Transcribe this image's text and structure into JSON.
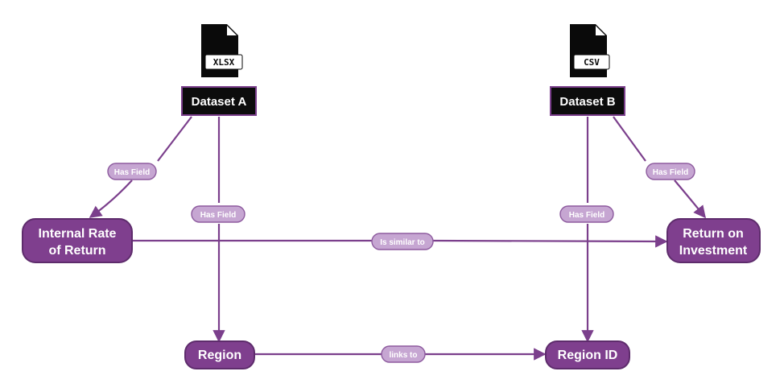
{
  "files": {
    "a_label": "XLSX",
    "b_label": "CSV"
  },
  "datasets": {
    "a": "Dataset A",
    "b": "Dataset B"
  },
  "fields": {
    "irr_line1": "Internal Rate",
    "irr_line2": "of Return",
    "roi_line1": "Return on",
    "roi_line2": "Investment",
    "region": "Region",
    "region_id": "Region ID"
  },
  "relations": {
    "has_field": "Has Field",
    "is_similar_to": "Is similar to",
    "links_to": "links to"
  },
  "colors": {
    "edge": "#7b3f8c",
    "field_node": "#7f3f8e",
    "relation_pill": "#c6a6d2",
    "dataset_node": "#0c0c0c"
  }
}
